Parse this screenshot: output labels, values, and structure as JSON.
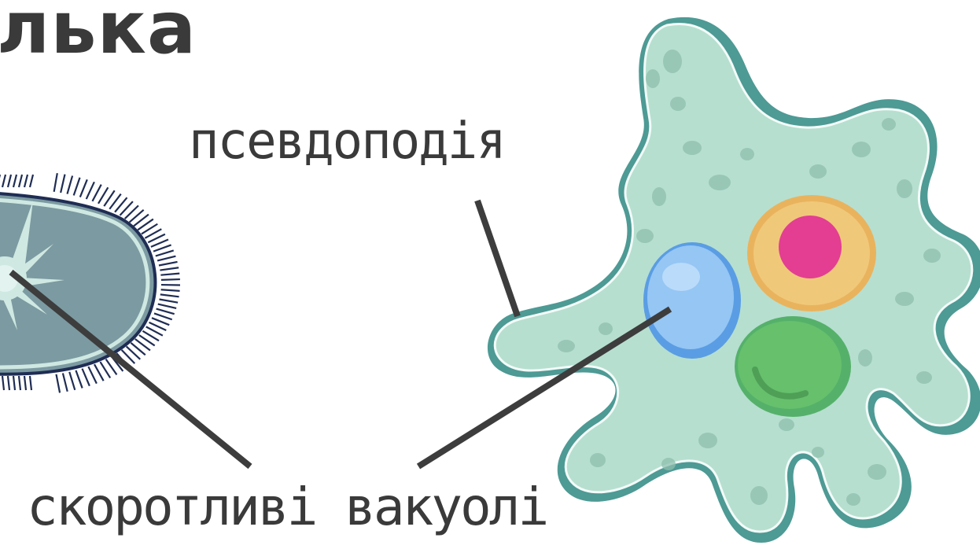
{
  "title": "лька",
  "labels": {
    "pseudopodia": "псевдоподія",
    "contractile_vacuoles": "скоротливі вакуолі"
  },
  "colors": {
    "text": "#3a3a3a",
    "leader_line": "#3d3d3d",
    "amoeba_body": "#b6dfd0",
    "amoeba_outline": "#4e9a95",
    "amoeba_spots": "#8ebfae",
    "vacuole": "#95c6f4",
    "vacuole_rim": "#5a9de4",
    "nucleus": "#f0c87a",
    "nucleus_core": "#e33e92",
    "food_vacuole": "#66c06c",
    "paramecium_body": "#7c9aa1",
    "paramecium_outline": "#1f2d54",
    "paramecium_rim": "#cfe8e2"
  }
}
